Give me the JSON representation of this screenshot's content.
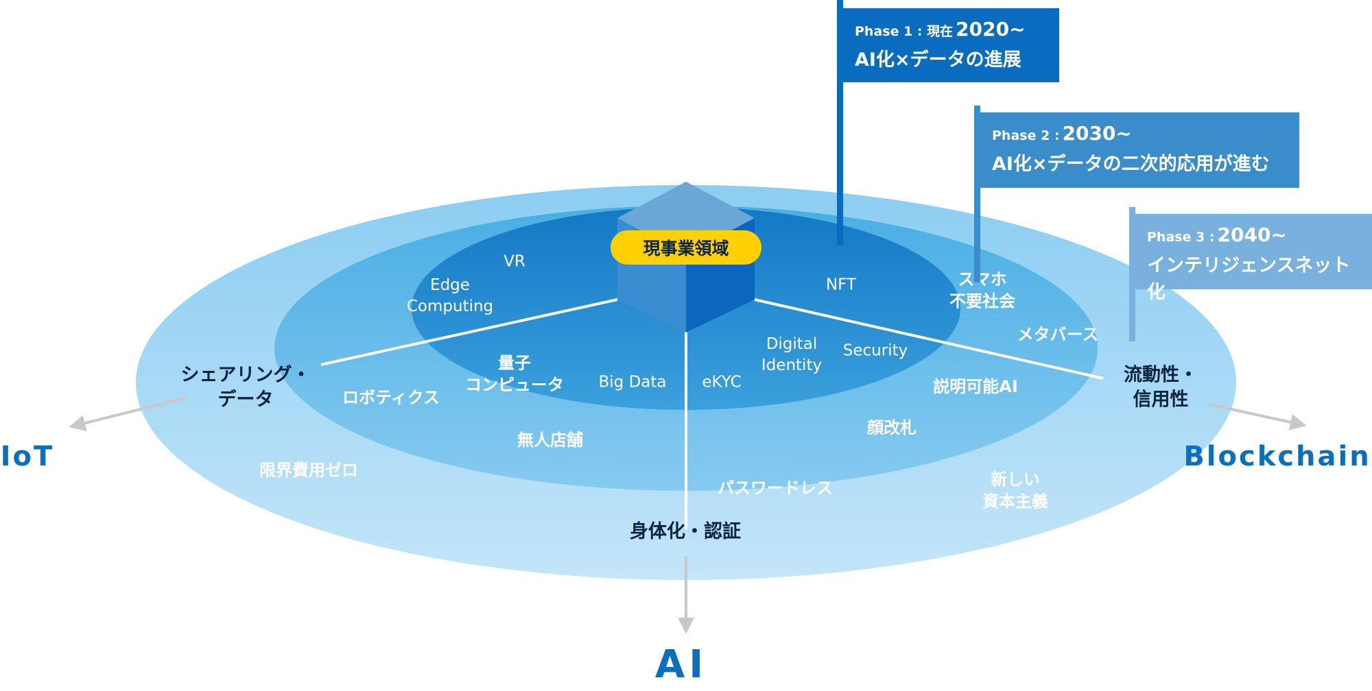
{
  "core": {
    "label": "現事業領域"
  },
  "axes": {
    "left": "IoT",
    "bottom": "AI",
    "right": "Blockchain"
  },
  "axis_end_labels": {
    "left": "シェアリング・\nデータ",
    "right": "流動性・\n信用性",
    "bottom": "身体化・認証"
  },
  "inner_ring": {
    "vr": "VR",
    "edge": "Edge\nComputing",
    "nft": "NFT",
    "quantum": "量子\nコンピュータ",
    "bigdata": "Big Data",
    "ekyc": "eKYC",
    "digital_identity": "Digital\nIdentity",
    "security": "Security"
  },
  "middle_ring": {
    "robotics": "ロボティクス",
    "unmanned_store": "無人店舗",
    "no_smartphone": "スマホ\n不要社会",
    "metaverse": "メタバース",
    "explainable_ai": "説明可能AI",
    "face_gate": "顔改札"
  },
  "outer_ring": {
    "zero_marginal": "限界費用ゼロ",
    "passwordless": "パスワードレス",
    "new_capitalism": "新しい\n資本主義"
  },
  "phases": [
    {
      "phase": "Phase 1 : 現在",
      "year": "2020~",
      "desc": "AI化×データの進展",
      "color": "#0a6cbe"
    },
    {
      "phase": "Phase 2 :",
      "year": "2030~",
      "desc": "AI化×データの二次的応用が進む",
      "color": "#3a8ccb"
    },
    {
      "phase": "Phase 3 :",
      "year": "2040~",
      "desc": "インテリジェンスネット化",
      "color": "#78b1dd"
    }
  ],
  "colors": {
    "outer": "#bfe3f8",
    "middle": "#7fc7ef",
    "inner": "#1c8ad0",
    "accent": "#0b6fbf",
    "core_badge": "#ffd100",
    "arrow": "#c8c8c8"
  }
}
